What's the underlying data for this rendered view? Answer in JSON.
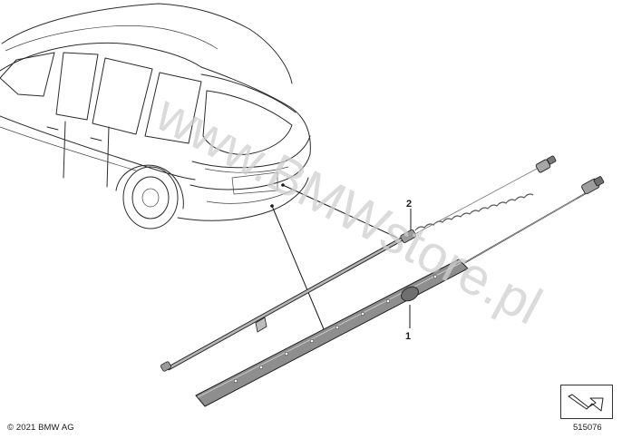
{
  "callouts": [
    {
      "id": "callout-1",
      "label": "1"
    },
    {
      "id": "callout-2",
      "label": "2"
    }
  ],
  "watermark": "www.BMWstore.pl",
  "footer": {
    "copyright": "© 2021 BMW AG",
    "doc_number": "515076"
  },
  "icons": {
    "nav": "arrow-forward-icon"
  }
}
